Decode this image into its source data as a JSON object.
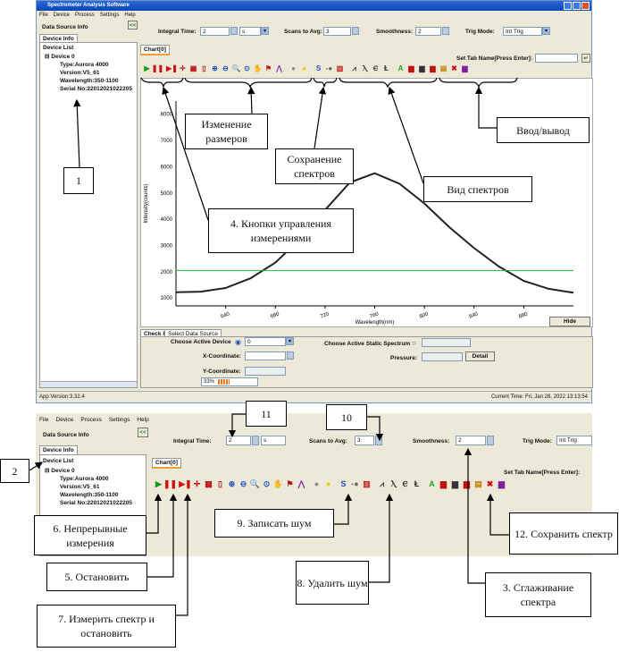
{
  "app": {
    "title": "Spectrometer Analysis Software",
    "menu": [
      "File",
      "Device",
      "Process",
      "Settings",
      "Help"
    ],
    "version": "App Version:3.32.4",
    "current_time": "Current Time: Fri, Jan 28, 2022 13:13:54"
  },
  "sidebar": {
    "title": "Data Source Info",
    "collapse": "<<",
    "tab": "Device Info",
    "list_header": "Device List",
    "device": "Device 0",
    "type": "Type:Aurora 4000",
    "version": "Version:V5_61",
    "wavelength": "Wavelength:350-1100",
    "serial": "Serial No:22012021022205"
  },
  "controls": {
    "integral_label": "Integral Time:",
    "integral_value": "2",
    "integral_unit": "s",
    "scans_label": "Scans to Avg:",
    "scans_value": "3",
    "smooth_label": "Smoothness:",
    "smooth_value": "2",
    "trig_label": "Trig Mode:",
    "trig_value": "Int Trig"
  },
  "chart_tab": "Chart[0]",
  "tab_name_label": "Set Tab Name[Press Enter]:",
  "toolbar_icons": [
    "play-icon",
    "stop-icon",
    "measure-stop-icon",
    "crosshair-icon",
    "grid-icon",
    "frame-icon",
    "zoom-in-icon",
    "zoom-out-icon",
    "zoom-icon",
    "zoom-fit-icon",
    "hand-icon",
    "marker-icon",
    "peak-icon",
    "bulb-gray-icon",
    "bulb-yellow-icon",
    "smooth-s-icon",
    "bulb-remove-icon",
    "color-icon",
    "spectrum-a-icon",
    "spectrum-b-icon",
    "spectrum-c-icon",
    "spectrum-d-icon",
    "import-icon",
    "save-icon",
    "export-icon",
    "print-icon",
    "folder-icon",
    "delete-icon",
    "disk-icon"
  ],
  "chart_data": {
    "type": "line",
    "xlabel": "Wavelength(nm)",
    "ylabel": "Intensity(counts)",
    "x_ticks": [
      "640",
      "680",
      "720",
      "760",
      "800",
      "840",
      "880"
    ],
    "y_ticks": [
      1000,
      2000,
      3000,
      4000,
      5000,
      6000,
      7000,
      8000
    ],
    "ylim": [
      700,
      8500
    ],
    "series": [
      {
        "values": [
          [
            600,
            1220
          ],
          [
            620,
            1240
          ],
          [
            640,
            1380
          ],
          [
            660,
            1750
          ],
          [
            680,
            2350
          ],
          [
            700,
            3250
          ],
          [
            720,
            4350
          ],
          [
            740,
            5400
          ],
          [
            760,
            5750
          ],
          [
            780,
            5350
          ],
          [
            800,
            4600
          ],
          [
            820,
            3700
          ],
          [
            840,
            2900
          ],
          [
            860,
            2200
          ],
          [
            880,
            1650
          ],
          [
            900,
            1350
          ],
          [
            920,
            1200
          ]
        ]
      },
      {
        "values": [
          [
            600,
            2050
          ],
          [
            920,
            2050
          ]
        ]
      }
    ]
  },
  "hide_button": "Hide",
  "bottom": {
    "tabs": [
      "Check Info",
      "Select Data Source"
    ],
    "active_device_label": "Choose Active Device",
    "active_device_value": "0",
    "static_spectrum_label": "Choose Active Static Spectrum",
    "x_label": "X-Coordinate:",
    "y_label": "Y-Coordinate:",
    "pressure_label": "Pressure:",
    "detail_button": "Detail",
    "progress": "33%",
    "progress_fraction": 0.33
  },
  "callouts": {
    "c1": "1",
    "resize": "Изменение размеров",
    "save_spectra": "Сохранение спектров",
    "io": "Ввод/вывод",
    "view": "Вид спектров",
    "measure_buttons": "4. Кнопки управления измерениями",
    "c2": "2",
    "c11": "11",
    "c10": "10",
    "c6": "6. Непрерывные измерения",
    "c5": "5. Остановить",
    "c7": "7. Измерить спектр и остановить",
    "c9": "9. Записать шум",
    "c8": "8. Удалить шум",
    "c12": "12. Сохранить спектр",
    "c3": "3. Сглаживание спектра"
  }
}
